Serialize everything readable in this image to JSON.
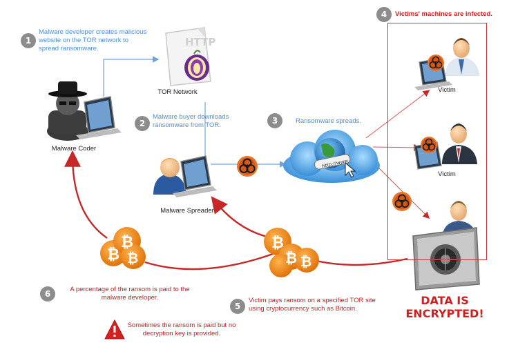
{
  "steps": {
    "s1": {
      "num": "1",
      "text": "Malware developer creates malicious website on the TOR network to spread ransomware."
    },
    "s2": {
      "num": "2",
      "text": "Malware buyer downloads ransomware from TOR."
    },
    "s3": {
      "num": "3",
      "text": "Ransomware spreads."
    },
    "s4": {
      "num": "4",
      "text": "Victims' machines are infected."
    },
    "s5": {
      "num": "5",
      "text": "Victim pays ransom on a specified TOR site using cryptocurrency such as Bitcoin."
    },
    "s6": {
      "num": "6",
      "text": "A percentage of the ransom is paid to the malware developer."
    }
  },
  "nodes": {
    "tor_network": "TOR Network",
    "tor_http": "HTTP",
    "malware_coder": "Malware Coder",
    "malware_spreader": "Malware Spreader",
    "victim1": "Victim",
    "victim2": "Victim",
    "cloud_url": "http://www"
  },
  "warning": "Sometimes the ransom is paid but no decryption key is provided.",
  "encrypted": "DATA IS ENCRYPTED!",
  "colors": {
    "blue_arrow": "#6fa3dc",
    "red_arrow": "#c62828",
    "step_circle": "#8c8c8c",
    "bitcoin": "#f08a1e"
  },
  "icons": [
    "tor-onion-icon",
    "hacker-icon",
    "laptop-icon",
    "biohazard-icon",
    "globe-cloud-icon",
    "bitcoin-icon",
    "vault-icon",
    "warning-icon",
    "user-icon"
  ]
}
